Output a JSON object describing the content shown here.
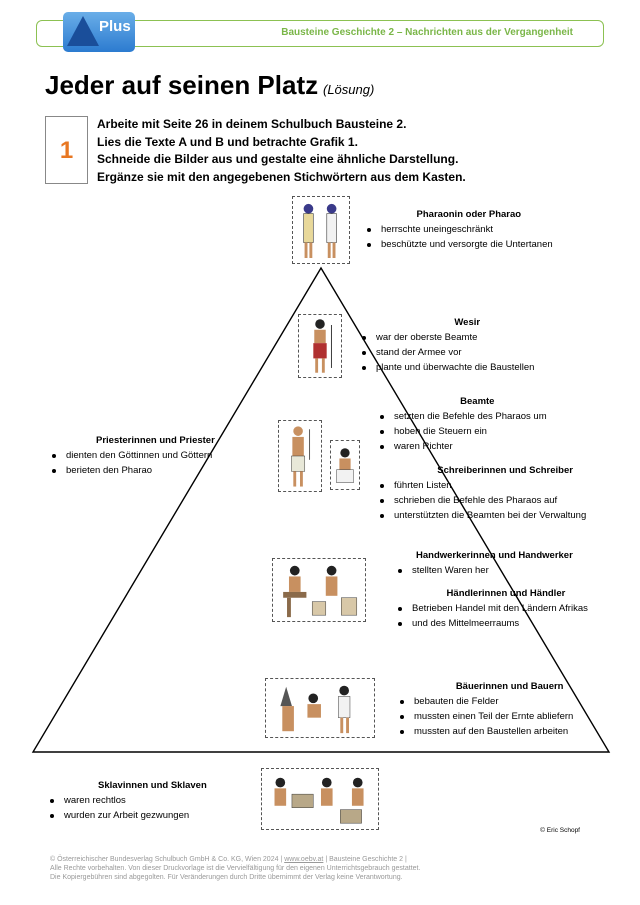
{
  "header": {
    "logo_text": "Plus",
    "series_title": "Bausteine Geschichte 2 – Nachrichten aus der Vergangenheit"
  },
  "title": "Jeder auf seinen Platz",
  "subtitle": "(Lösung)",
  "task": {
    "number": "1",
    "lines": [
      "Arbeite mit Seite 26 in deinem Schulbuch Bausteine 2.",
      "Lies die Texte A und B und betrachte Grafik 1.",
      "Schneide die Bilder aus und gestalte eine ähnliche Darstellung.",
      "Ergänze sie mit den angegebenen Stichwörtern aus dem Kasten."
    ]
  },
  "groups": {
    "pharao": {
      "title": "Pharaonin oder Pharao",
      "items": [
        "herrschte uneingeschränkt",
        "beschützte und versorgte die Untertanen"
      ]
    },
    "wesir": {
      "title": "Wesir",
      "items": [
        "war der oberste Beamte",
        "stand der Armee vor",
        "plante und überwachte die Baustellen"
      ]
    },
    "beamte": {
      "title": "Beamte",
      "items": [
        "setzten die Befehle des Pharaos um",
        "hoben die Steuern ein",
        "waren Richter"
      ]
    },
    "priester": {
      "title": "Priesterinnen und Priester",
      "items": [
        "dienten den Göttinnen und Göttern",
        "berieten den Pharao"
      ]
    },
    "schreiber": {
      "title": "Schreiberinnen und Schreiber",
      "items": [
        "führten Listen",
        "schrieben die Befehle des Pharaos auf",
        "unterstützten die Beamten bei der Verwaltung"
      ]
    },
    "handwerker": {
      "title": "Handwerkerinnen und Handwerker",
      "items": [
        "stellten Waren her"
      ]
    },
    "haendler": {
      "title": "Händlerinnen und Händler",
      "items": [
        "Betrieben Handel mit den Ländern Afrikas",
        "und des Mittelmeerraums"
      ]
    },
    "bauern": {
      "title": "Bäuerinnen und Bauern",
      "items": [
        "bebauten die Felder",
        "mussten einen Teil der Ernte abliefern",
        "mussten auf den Baustellen arbeiten"
      ]
    },
    "sklaven": {
      "title": "Sklavinnen und Sklaven",
      "items": [
        "waren rechtlos",
        "wurden zur Arbeit gezwungen"
      ]
    }
  },
  "image_credit": "© Eric Schopf",
  "footer": {
    "line1_a": "© Österreichischer Bundesverlag Schulbuch GmbH & Co. KG, Wien 2024 | ",
    "line1_link": "www.oebv.at",
    "line1_b": " | Bausteine Geschichte 2 |",
    "line2": "Alle Rechte vorbehalten. Von dieser Druckvorlage ist die Vervielfältigung für den eigenen Unterrichtsgebrauch gestattet.",
    "line3": "Die Kopiergebühren sind abgegolten. Für Veränderungen durch Dritte übernimmt der Verlag keine Verantwortung."
  }
}
